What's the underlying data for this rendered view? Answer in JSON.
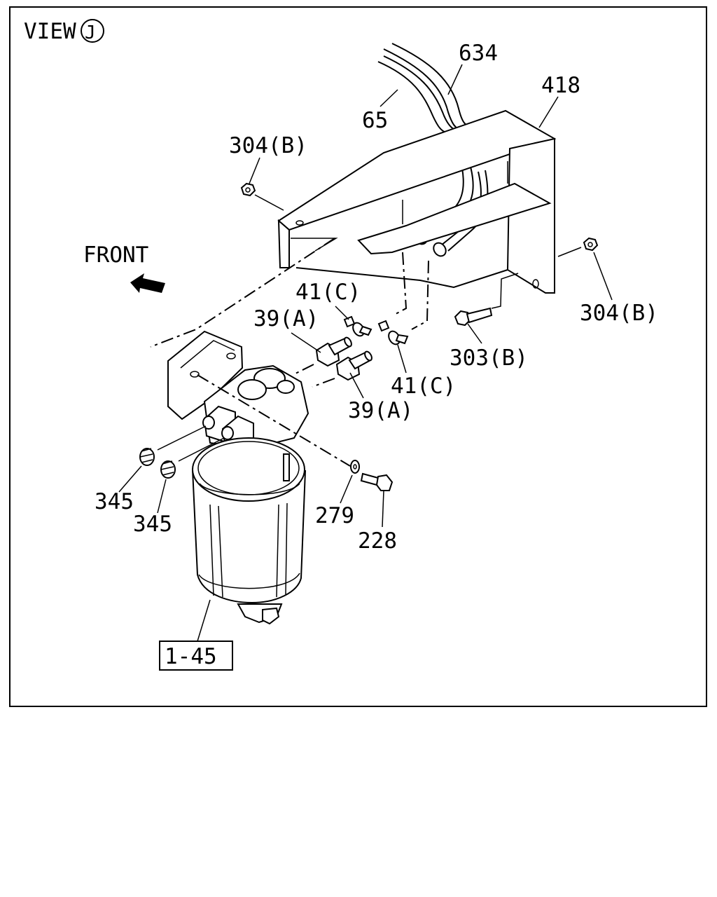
{
  "view": {
    "word": "VIEW",
    "letter": "J"
  },
  "front_label": "FRONT",
  "callouts": {
    "c634": "634",
    "c418": "418",
    "c65": "65",
    "c304b_top": "304(B)",
    "c304b_right": "304(B)",
    "c41c_top": "41(C)",
    "c41c_bottom": "41(C)",
    "c39a_top": "39(A)",
    "c39a_bottom": "39(A)",
    "c303b": "303(B)",
    "c345_a": "345",
    "c345_b": "345",
    "c279": "279",
    "c228": "228",
    "c1_45": "1-45"
  }
}
